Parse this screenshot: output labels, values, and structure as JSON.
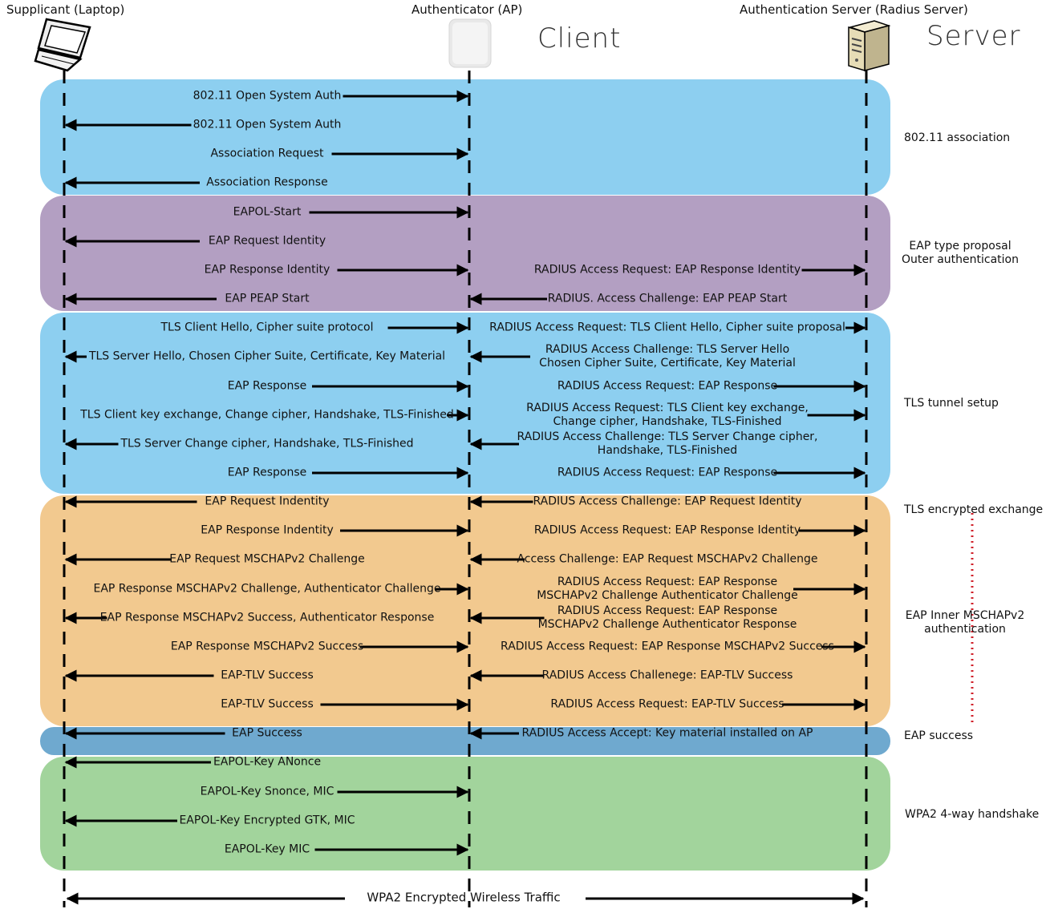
{
  "header": {
    "supplicant": "Supplicant (Laptop)",
    "authenticator": "Authenticator (AP)",
    "server": "Authentication Server (Radius Server)",
    "client_big": "Client",
    "server_big": "Server"
  },
  "colors": {
    "association_band": "#8dcff0",
    "eap_proposal_band": "#b39fc2",
    "tls_band": "#8dcff0",
    "inner_band": "#f2c98f",
    "success_band": "#6fa9cf",
    "handshake_band": "#a2d49c",
    "dotted_bracket": "#d0202a"
  },
  "left_messages": [
    {
      "text": "802.11 Open System Auth",
      "dir": "right"
    },
    {
      "text": "802.11 Open System Auth",
      "dir": "left"
    },
    {
      "text": "Association Request",
      "dir": "right"
    },
    {
      "text": "Association Response",
      "dir": "left"
    },
    {
      "text": "EAPOL-Start",
      "dir": "right"
    },
    {
      "text": "EAP Request Identity",
      "dir": "left"
    },
    {
      "text": "EAP Response Identity",
      "dir": "right"
    },
    {
      "text": "EAP PEAP Start",
      "dir": "left"
    },
    {
      "text": "TLS Client Hello, Cipher suite protocol",
      "dir": "right"
    },
    {
      "text": "TLS Server Hello, Chosen Cipher Suite, Certificate, Key Material",
      "dir": "left"
    },
    {
      "text": "EAP Response",
      "dir": "right"
    },
    {
      "text": "TLS Client key exchange, Change cipher, Handshake, TLS-Finished",
      "dir": "right"
    },
    {
      "text": "TLS Server Change cipher, Handshake, TLS-Finished",
      "dir": "left"
    },
    {
      "text": "EAP Response",
      "dir": "right"
    },
    {
      "text": "EAP Request Indentity",
      "dir": "left"
    },
    {
      "text": "EAP Response Indentity",
      "dir": "right"
    },
    {
      "text": "EAP Request MSCHAPv2 Challenge",
      "dir": "left"
    },
    {
      "text": "EAP Response MSCHAPv2 Challenge, Authenticator Challenge",
      "dir": "right"
    },
    {
      "text": "EAP Response MSCHAPv2 Success, Authenticator Response",
      "dir": "left"
    },
    {
      "text": "EAP Response MSCHAPv2 Success",
      "dir": "right"
    },
    {
      "text": "EAP-TLV Success",
      "dir": "left"
    },
    {
      "text": "EAP-TLV Success",
      "dir": "right"
    },
    {
      "text": "EAP Success",
      "dir": "left"
    },
    {
      "text": "EAPOL-Key ANonce",
      "dir": "left"
    },
    {
      "text": "EAPOL-Key Snonce, MIC",
      "dir": "right"
    },
    {
      "text": "EAPOL-Key Encrypted GTK, MIC",
      "dir": "left"
    },
    {
      "text": "EAPOL-Key MIC",
      "dir": "right"
    }
  ],
  "right_messages": [
    {
      "row": 6,
      "line1": "RADIUS  Access Request: EAP Response Identity",
      "line2": "",
      "dir": "right"
    },
    {
      "row": 7,
      "line1": "RADIUS. Access Challenge: EAP PEAP Start",
      "line2": "",
      "dir": "left"
    },
    {
      "row": 8,
      "line1": "RADIUS Access Request: TLS Client Hello, Cipher suite proposal",
      "line2": "",
      "dir": "right"
    },
    {
      "row": 9,
      "line1": "RADIUS Access Challenge: TLS Server Hello",
      "line2": "Chosen Cipher Suite, Certificate, Key Material",
      "dir": "left"
    },
    {
      "row": 10,
      "line1": "RADIUS Access Request: EAP Response",
      "line2": "",
      "dir": "right"
    },
    {
      "row": 11,
      "line1": "RADIUS Access Request: TLS Client key exchange,",
      "line2": "Change cipher, Handshake, TLS-Finished",
      "dir": "right"
    },
    {
      "row": 12,
      "line1": "RADIUS Access Challenge: TLS Server Change cipher,",
      "line2": "Handshake, TLS-Finished",
      "dir": "left"
    },
    {
      "row": 13,
      "line1": "RADIUS Access Request: EAP Response",
      "line2": "",
      "dir": "right"
    },
    {
      "row": 14,
      "line1": "RADIUS Access Challenge: EAP Request Identity",
      "line2": "",
      "dir": "left"
    },
    {
      "row": 15,
      "line1": "RADIUS Access Request: EAP Response Identity",
      "line2": "",
      "dir": "right"
    },
    {
      "row": 16,
      "line1": "Access Challenge: EAP Request MSCHAPv2 Challenge",
      "line2": "",
      "dir": "left"
    },
    {
      "row": 17,
      "line1": "RADIUS Access Request: EAP Response",
      "line2": "MSCHAPv2 Challenge Authenticator Challenge",
      "dir": "right"
    },
    {
      "row": 18,
      "line1": "RADIUS Access Request: EAP Response",
      "line2": "MSCHAPv2 Challenge Authenticator Response",
      "dir": "left"
    },
    {
      "row": 19,
      "line1": "RADIUS Access Request: EAP Response MSCHAPv2 Success",
      "line2": "",
      "dir": "right"
    },
    {
      "row": 20,
      "line1": "RADIUS Access Challenege: EAP-TLV Success",
      "line2": "",
      "dir": "left"
    },
    {
      "row": 21,
      "line1": "RADIUS Access Request: EAP-TLV Success",
      "line2": "",
      "dir": "right"
    },
    {
      "row": 22,
      "line1": "RADIUS Access Accept: Key material installed on AP",
      "line2": "",
      "dir": "left"
    }
  ],
  "phases": {
    "association": "802.11 association",
    "eap_proposal_1": "EAP type proposal",
    "eap_proposal_2": "Outer authentication",
    "tls_setup": "TLS tunnel setup",
    "tls_encrypted": "TLS encrypted exchange",
    "inner_1": "EAP Inner MSCHAPv2",
    "inner_2": "authentication",
    "eap_success": "EAP success",
    "handshake": "WPA2 4-way handshake"
  },
  "footer": {
    "traffic": "WPA2 Encrypted Wireless Traffic"
  }
}
